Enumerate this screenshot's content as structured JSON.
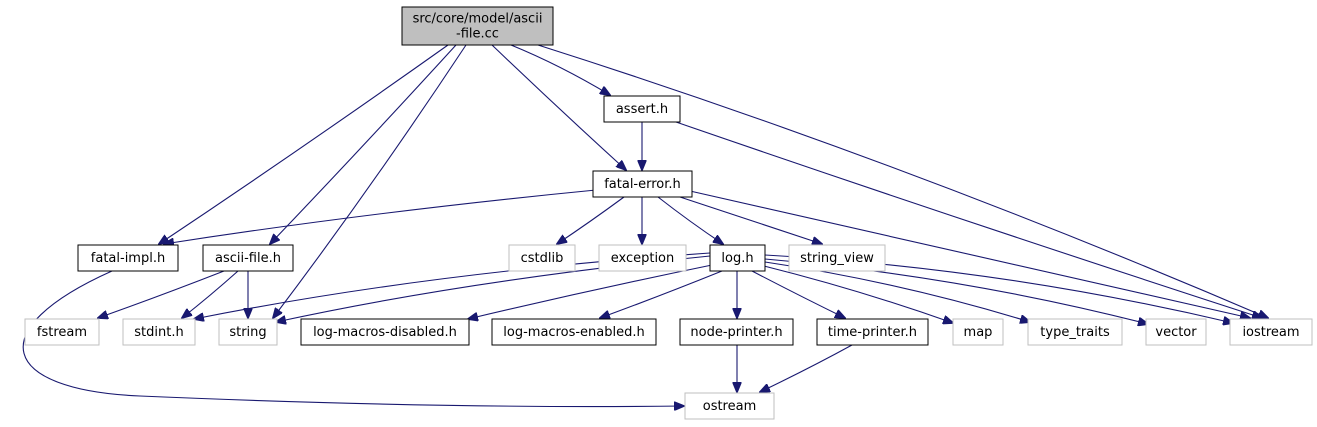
{
  "diagram": {
    "colors": {
      "edge": "#191970",
      "root_fill": "#bfbfbf",
      "box_border": "#000000",
      "external_border": "#bfbfbf",
      "text": "#000000",
      "background": "#ffffff"
    },
    "nodes": [
      {
        "id": "ascii-file-cc",
        "lines": [
          "src/core/model/ascii",
          "-file.cc"
        ],
        "kind": "root"
      },
      {
        "id": "assert-h",
        "lines": [
          "assert.h"
        ],
        "kind": "header"
      },
      {
        "id": "fatal-error-h",
        "lines": [
          "fatal-error.h"
        ],
        "kind": "header"
      },
      {
        "id": "fatal-impl-h",
        "lines": [
          "fatal-impl.h"
        ],
        "kind": "header"
      },
      {
        "id": "ascii-file-h",
        "lines": [
          "ascii-file.h"
        ],
        "kind": "header"
      },
      {
        "id": "cstdlib",
        "lines": [
          "cstdlib"
        ],
        "kind": "external"
      },
      {
        "id": "exception",
        "lines": [
          "exception"
        ],
        "kind": "external"
      },
      {
        "id": "log-h",
        "lines": [
          "log.h"
        ],
        "kind": "header"
      },
      {
        "id": "string-view",
        "lines": [
          "string_view"
        ],
        "kind": "external"
      },
      {
        "id": "fstream",
        "lines": [
          "fstream"
        ],
        "kind": "external"
      },
      {
        "id": "stdint-h",
        "lines": [
          "stdint.h"
        ],
        "kind": "external"
      },
      {
        "id": "string",
        "lines": [
          "string"
        ],
        "kind": "external"
      },
      {
        "id": "log-macros-disabled-h",
        "lines": [
          "log-macros-disabled.h"
        ],
        "kind": "header"
      },
      {
        "id": "log-macros-enabled-h",
        "lines": [
          "log-macros-enabled.h"
        ],
        "kind": "header"
      },
      {
        "id": "node-printer-h",
        "lines": [
          "node-printer.h"
        ],
        "kind": "header"
      },
      {
        "id": "time-printer-h",
        "lines": [
          "time-printer.h"
        ],
        "kind": "header"
      },
      {
        "id": "map",
        "lines": [
          "map"
        ],
        "kind": "external"
      },
      {
        "id": "type-traits",
        "lines": [
          "type_traits"
        ],
        "kind": "external"
      },
      {
        "id": "vector",
        "lines": [
          "vector"
        ],
        "kind": "external"
      },
      {
        "id": "iostream",
        "lines": [
          "iostream"
        ],
        "kind": "external"
      },
      {
        "id": "ostream",
        "lines": [
          "ostream"
        ],
        "kind": "external"
      }
    ],
    "edges": [
      {
        "from": "ascii-file-cc",
        "to": "assert-h"
      },
      {
        "from": "ascii-file-cc",
        "to": "fatal-error-h"
      },
      {
        "from": "ascii-file-cc",
        "to": "fatal-impl-h"
      },
      {
        "from": "ascii-file-cc",
        "to": "ascii-file-h"
      },
      {
        "from": "ascii-file-cc",
        "to": "string"
      },
      {
        "from": "ascii-file-cc",
        "to": "iostream"
      },
      {
        "from": "assert-h",
        "to": "fatal-error-h"
      },
      {
        "from": "assert-h",
        "to": "iostream"
      },
      {
        "from": "fatal-error-h",
        "to": "fatal-impl-h"
      },
      {
        "from": "fatal-error-h",
        "to": "cstdlib"
      },
      {
        "from": "fatal-error-h",
        "to": "exception"
      },
      {
        "from": "fatal-error-h",
        "to": "log-h"
      },
      {
        "from": "fatal-error-h",
        "to": "string-view"
      },
      {
        "from": "fatal-error-h",
        "to": "iostream"
      },
      {
        "from": "fatal-impl-h",
        "to": "ostream"
      },
      {
        "from": "ascii-file-h",
        "to": "fstream"
      },
      {
        "from": "ascii-file-h",
        "to": "stdint-h"
      },
      {
        "from": "ascii-file-h",
        "to": "string"
      },
      {
        "from": "log-h",
        "to": "stdint-h"
      },
      {
        "from": "log-h",
        "to": "string"
      },
      {
        "from": "log-h",
        "to": "log-macros-disabled-h"
      },
      {
        "from": "log-h",
        "to": "log-macros-enabled-h"
      },
      {
        "from": "log-h",
        "to": "node-printer-h"
      },
      {
        "from": "log-h",
        "to": "time-printer-h"
      },
      {
        "from": "log-h",
        "to": "map"
      },
      {
        "from": "log-h",
        "to": "type-traits"
      },
      {
        "from": "log-h",
        "to": "vector"
      },
      {
        "from": "log-h",
        "to": "iostream"
      },
      {
        "from": "node-printer-h",
        "to": "ostream"
      },
      {
        "from": "time-printer-h",
        "to": "ostream"
      }
    ]
  }
}
